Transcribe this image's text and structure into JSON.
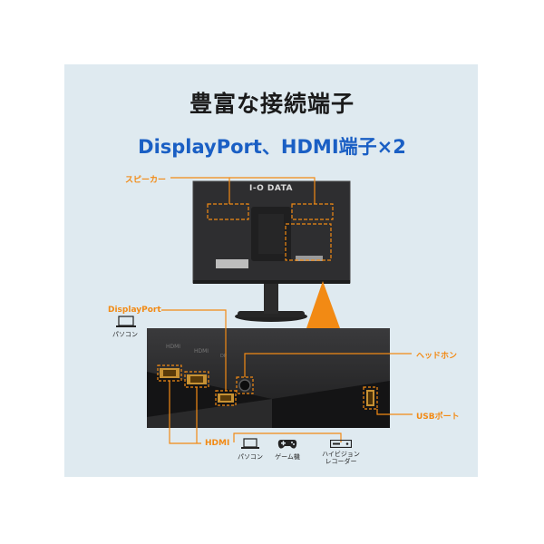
{
  "heading": "豊富な接続端子",
  "subheading": "DisplayPort、HDMI端子×2",
  "brand_logo": "I-O DATA",
  "callouts": {
    "speaker": "スピーカー",
    "displayport": "DisplayPort",
    "headphone": "ヘッドホン",
    "usb_port": "USBポート",
    "hdmi": "HDMI"
  },
  "device_labels": {
    "dp_pc": "パソコン",
    "hdmi_pc": "パソコン",
    "game_console": "ゲーム機",
    "hivision_line1": "ハイビジョン",
    "hivision_line2": "レコーダー"
  },
  "icons": {
    "pc": "laptop-icon",
    "game": "gamepad-icon",
    "recorder": "recorder-icon"
  },
  "colors": {
    "accent_orange": "#f28a14",
    "title_blue": "#1a5fc4",
    "panel_bg": "#dfeaf0"
  }
}
